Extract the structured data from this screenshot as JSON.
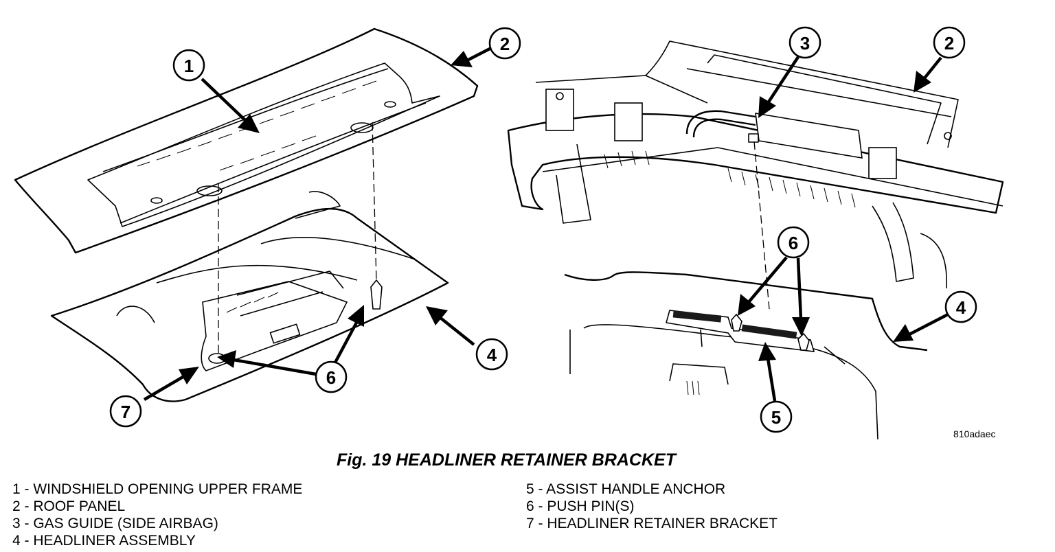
{
  "figure": {
    "id": "810adaec",
    "caption": "Fig. 19 HEADLINER RETAINER BRACKET"
  },
  "callouts": {
    "left": [
      "1",
      "2",
      "4",
      "6",
      "7"
    ],
    "right": [
      "3",
      "2",
      "6",
      "4",
      "5"
    ]
  },
  "legend": {
    "left": [
      "1 - WINDSHIELD OPENING UPPER FRAME",
      "2 - ROOF PANEL",
      "3 - GAS GUIDE (SIDE AIRBAG)",
      "4 - HEADLINER ASSEMBLY"
    ],
    "right": [
      "5 - ASSIST HANDLE ANCHOR",
      "6 - PUSH PIN(S)",
      "7 - HEADLINER RETAINER BRACKET"
    ]
  }
}
